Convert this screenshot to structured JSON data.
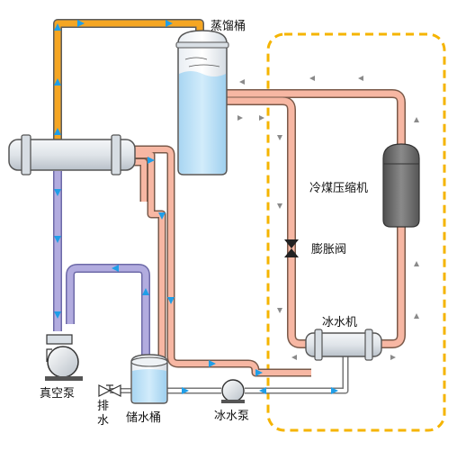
{
  "labels": {
    "distillation_tank": "蒸馏桶",
    "refrigerant_compressor": "冷煤压缩机",
    "expansion_valve": "膨胀阀",
    "chiller": "冰水机",
    "vacuum_pump": "真空泵",
    "drain_line1": "排",
    "drain_line2": "水",
    "storage_tank": "储水桶",
    "chilled_water_pump": "冰水泵"
  },
  "colors": {
    "hot_line": "#f5a623",
    "vacuum_line": "#a9a3d8",
    "refrigerant_line": "#f7b7a3",
    "water_line": "#9aa0a6",
    "flow_arrow": "#1f9ee8",
    "refrigerant_arrow": "#8a8a8a",
    "boundary": "#f5b400",
    "compressor": "#6b6b6b"
  },
  "icons": {
    "flow_arrow": "triangle-arrow",
    "valve": "bowtie-valve",
    "pump": "circle-pump"
  }
}
